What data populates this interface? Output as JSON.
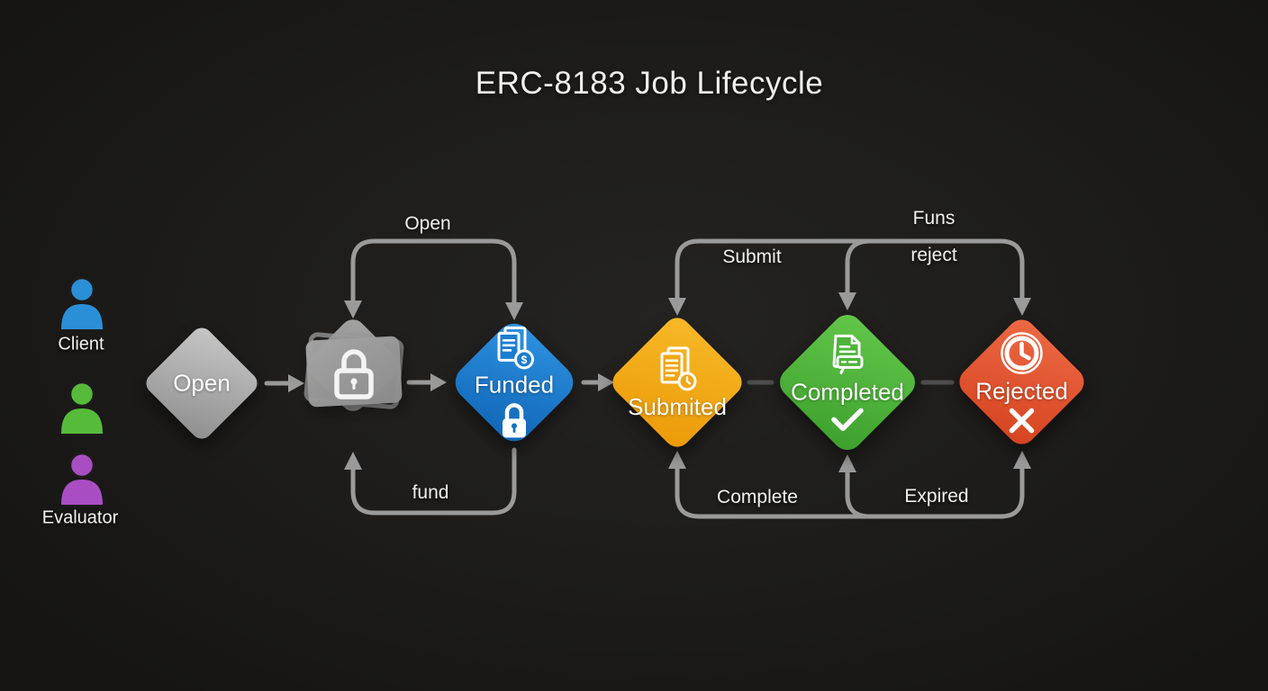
{
  "title": "ERC-8183 Job Lifecycle",
  "background_color": "#1d1c1a",
  "arrow_color": "#9a9a9a",
  "connector_color": "#4e4e4e",
  "actors": [
    {
      "id": "client",
      "label": "Client",
      "color": "#2b8fd8"
    },
    {
      "id": "worker",
      "label": "",
      "color": "#57bb3a"
    },
    {
      "id": "evaluator",
      "label": "Evaluator",
      "color": "#a94ec2"
    }
  ],
  "nodes": [
    {
      "id": "open",
      "label": "Open",
      "color": "#ababab",
      "icons": []
    },
    {
      "id": "locked",
      "label": "",
      "color": "#9b9b9b",
      "icons": [
        "padlock"
      ]
    },
    {
      "id": "funded",
      "label": "Funded",
      "color": "#1b7dd1",
      "icons": [
        "document-dollar",
        "padlock"
      ]
    },
    {
      "id": "submitted",
      "label": "Submited",
      "color": "#f2a617",
      "icons": [
        "document-clock"
      ]
    },
    {
      "id": "completed",
      "label": "Completed",
      "color": "#4eb33a",
      "icons": [
        "document-comment",
        "checkmark"
      ]
    },
    {
      "id": "rejected",
      "label": "Rejected",
      "color": "#e25031",
      "icons": [
        "clock",
        "x-mark"
      ]
    }
  ],
  "edges": [
    {
      "id": "open-loop",
      "label": "Open"
    },
    {
      "id": "fund-loop",
      "label": "fund"
    },
    {
      "id": "submit",
      "label": "Submit"
    },
    {
      "id": "funs",
      "label": "Funs"
    },
    {
      "id": "reject",
      "label": "reject"
    },
    {
      "id": "complete",
      "label": "Complete"
    },
    {
      "id": "expired",
      "label": "Expired"
    }
  ]
}
